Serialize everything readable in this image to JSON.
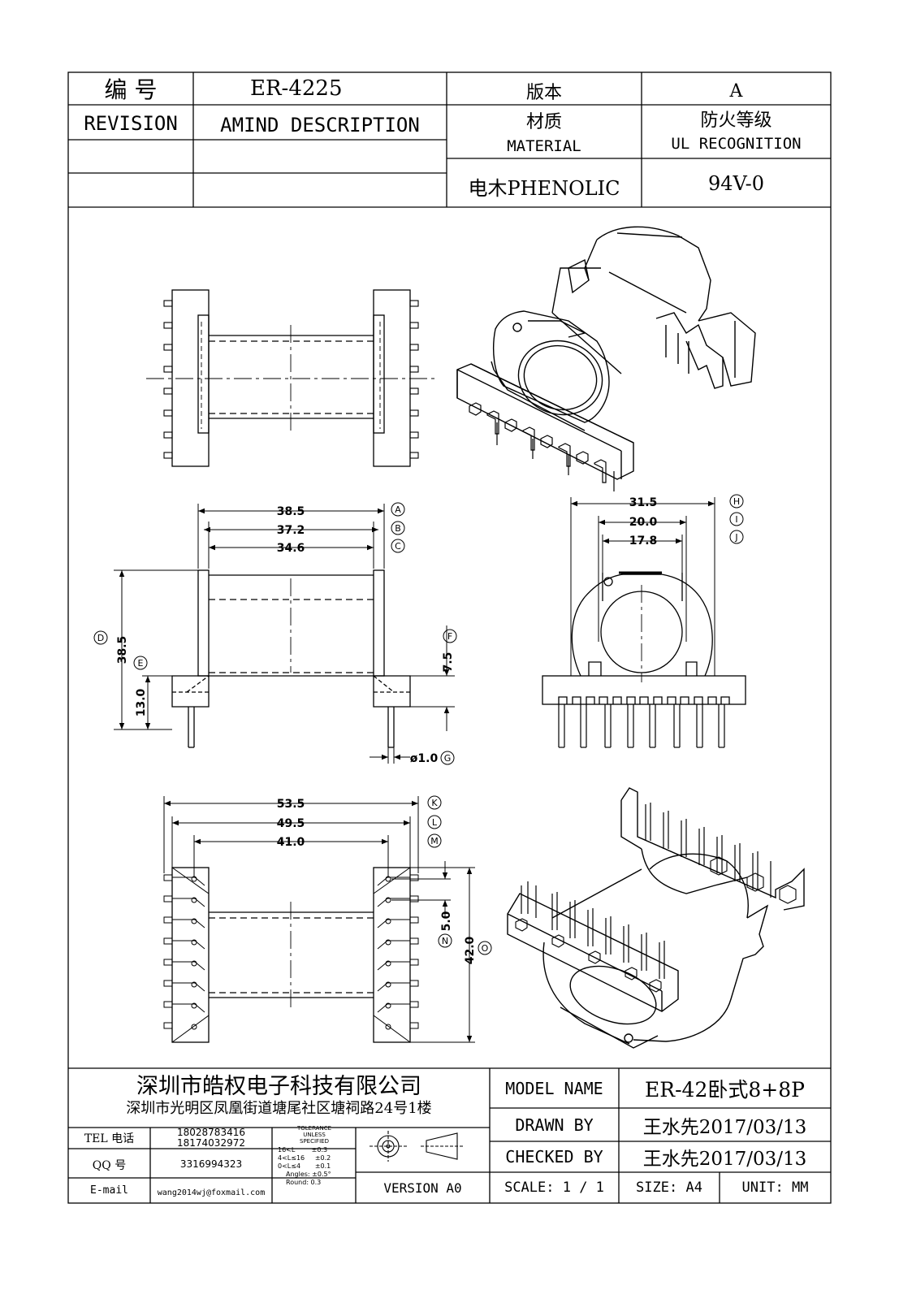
{
  "header": {
    "number_label": "编  号",
    "number_value": "ER-4225",
    "version_label": "版本",
    "version_value": "A",
    "revision_label": "REVISION",
    "amind_label": "AMIND DESCRIPTION",
    "material_cn": "材质",
    "material_en": "MATERIAL",
    "fire_cn": "防火等级",
    "fire_en": "UL RECOGNITION",
    "material_value": "电木PHENOLIC",
    "fire_value": "94V-0"
  },
  "dimensions": {
    "A": "38.5",
    "B": "37.2",
    "C": "34.6",
    "D": "38.5",
    "E": "13.0",
    "F": "7.5",
    "G": "ø1.0",
    "H": "31.5",
    "I": "20.0",
    "J": "17.8",
    "K": "53.5",
    "L": "49.5",
    "M": "41.0",
    "N": "5.0",
    "O": "42.0"
  },
  "labels": {
    "A": "A",
    "B": "B",
    "C": "C",
    "D": "D",
    "E": "E",
    "F": "F",
    "G": "G",
    "H": "H",
    "I": "I",
    "J": "J",
    "K": "K",
    "L": "L",
    "M": "M",
    "N": "N",
    "O": "O"
  },
  "footer": {
    "company_name": "深圳市皓权电子科技有限公司",
    "company_address": "深圳市光明区凤凰街道塘尾社区塘祠路24号1楼",
    "tel_label": "TEL 电话",
    "tel_1": "18028783416",
    "tel_2": "18174032972",
    "qq_label": "QQ  号",
    "qq_value": "3316994323",
    "email_label": "E-mail",
    "email_value": "wang2014wj@foxmail.com",
    "tol_title_1": "TOLERANCE",
    "tol_title_2": "UNLESS",
    "tol_title_3": "SPECIFIED",
    "tol_row1": "16<L        ±0.3",
    "tol_row2": "4<L≤16     ±0.2",
    "tol_row3": "0<L≤4       ±0.1",
    "tol_row4": "Angles: ±0.5°",
    "tol_row5": "Round: 0.3",
    "version": "VERSION A0",
    "model_label": "MODEL NAME",
    "model_value": "ER-42卧式8+8P",
    "drawn_label": "DRAWN BY",
    "drawn_value": "王水先2017/03/13",
    "checked_label": "CHECKED BY",
    "checked_value": "王水先2017/03/13",
    "scale_label": "SCALE: 1 / 1",
    "size_label": "SIZE: A4",
    "unit_label": "UNIT: MM"
  }
}
